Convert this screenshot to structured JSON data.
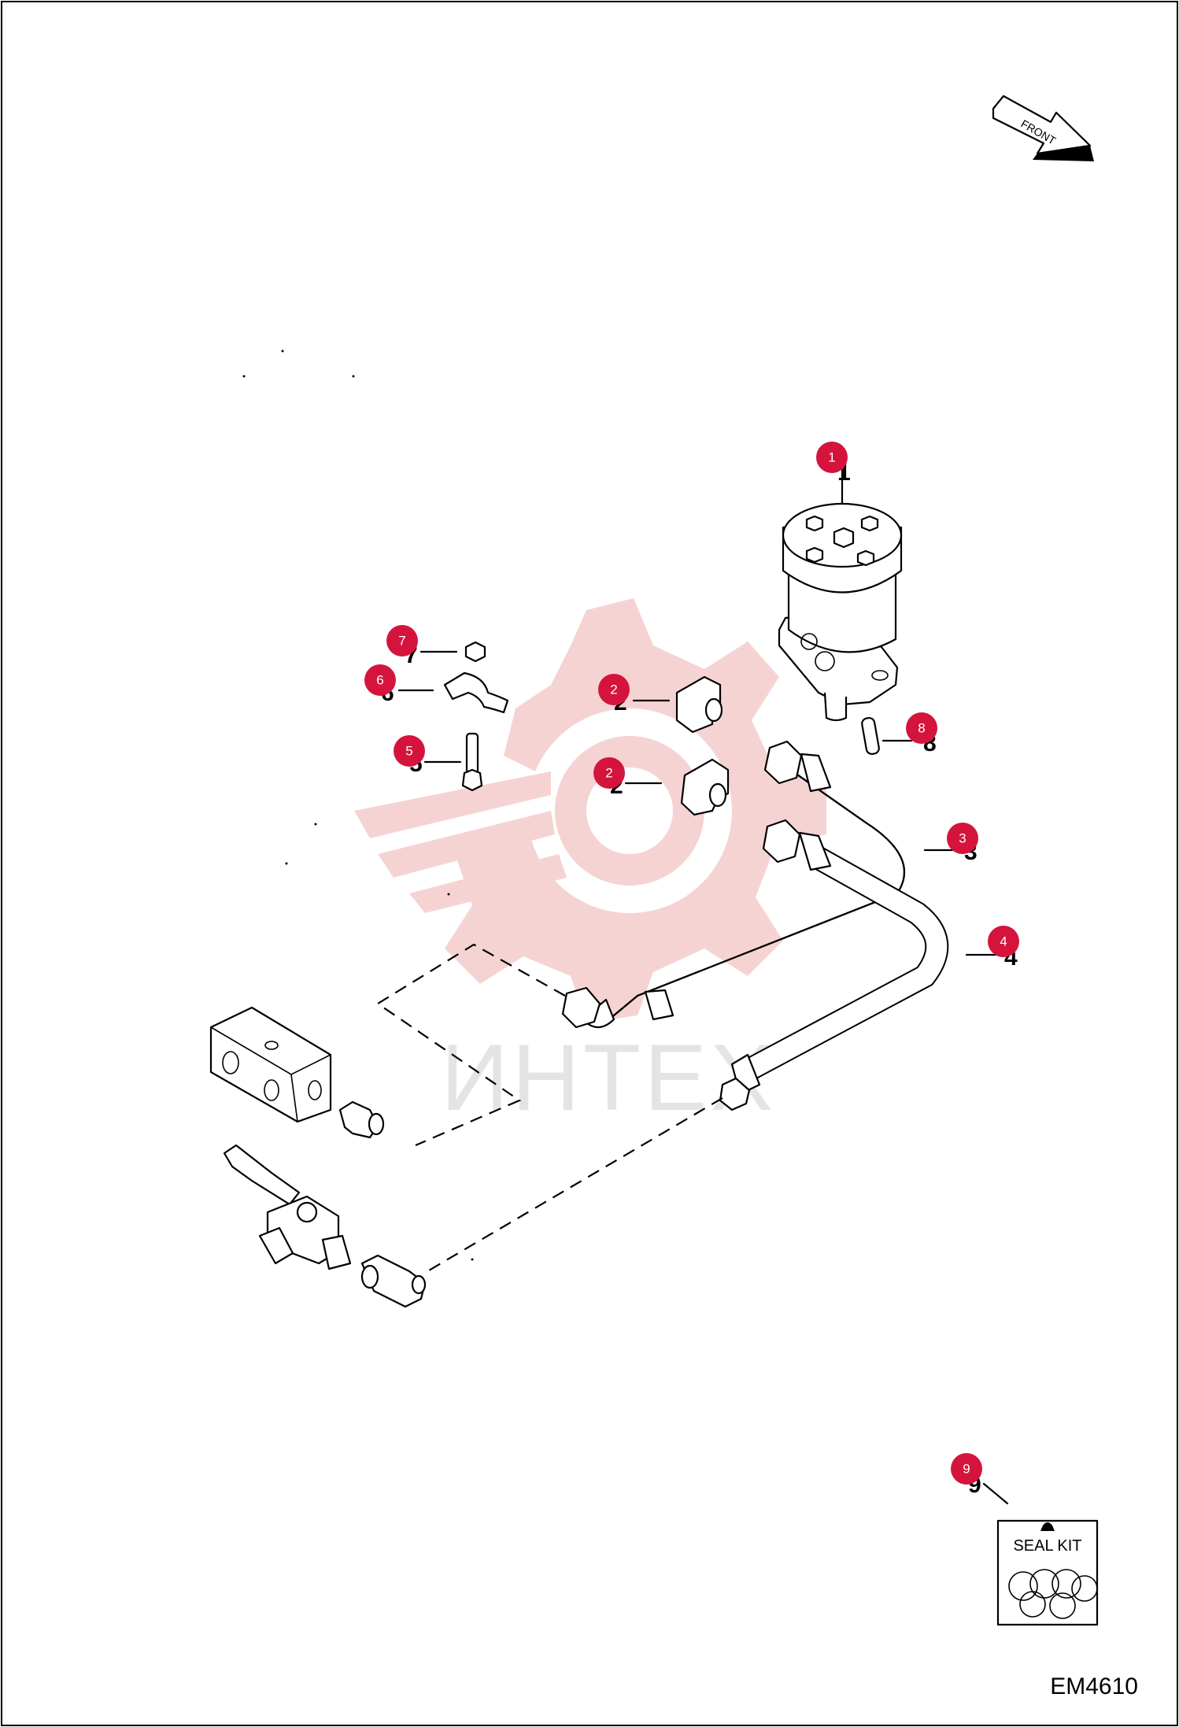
{
  "front_label": "FRONT",
  "diagram_code": "EM4610",
  "watermark_text": "ИНТЕХ",
  "seal_kit_label": "SEAL KIT",
  "colors": {
    "callout": "#d4143c",
    "watermark_gear": "#f6d3d3",
    "watermark_text": "#e4e4e4"
  },
  "callouts": [
    {
      "id": "callout-1",
      "label": "1"
    },
    {
      "id": "callout-2a",
      "label": "2"
    },
    {
      "id": "callout-2b",
      "label": "2"
    },
    {
      "id": "callout-3",
      "label": "3"
    },
    {
      "id": "callout-4",
      "label": "4"
    },
    {
      "id": "callout-5",
      "label": "5"
    },
    {
      "id": "callout-6",
      "label": "6"
    },
    {
      "id": "callout-7",
      "label": "7"
    },
    {
      "id": "callout-8",
      "label": "8"
    },
    {
      "id": "callout-9",
      "label": "9"
    }
  ]
}
